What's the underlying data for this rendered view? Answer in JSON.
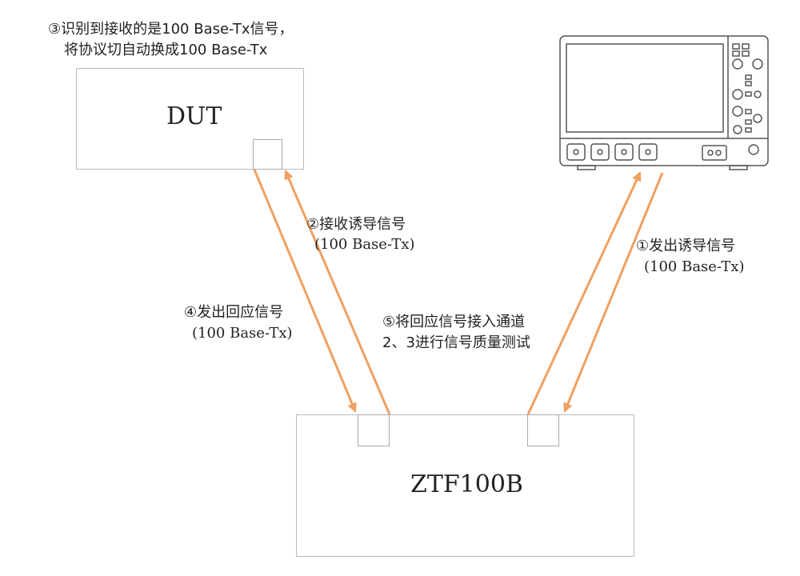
{
  "nodes": {
    "dut": "DUT",
    "ztf": "ZTF100B"
  },
  "notes": {
    "step3_line1": "③识别到接收的是100 Base-Tx信号，",
    "step3_line2": "将协议切自动换成100 Base-Tx",
    "step2": "②接收诱导信号",
    "step2_sub": "(100 Base-Tx)",
    "step1": "①发出诱导信号",
    "step1_sub": "(100 Base-Tx)",
    "step4": "④发出回应信号",
    "step4_sub": "(100 Base-Tx)",
    "step5_line1": "⑤将回应信号接入通道",
    "step5_line2": "2、3进行信号质量测试"
  },
  "colors": {
    "arrow": "#f0a060",
    "outline": "#bbbbbb"
  },
  "oscilloscope_icon": "oscilloscope-icon"
}
